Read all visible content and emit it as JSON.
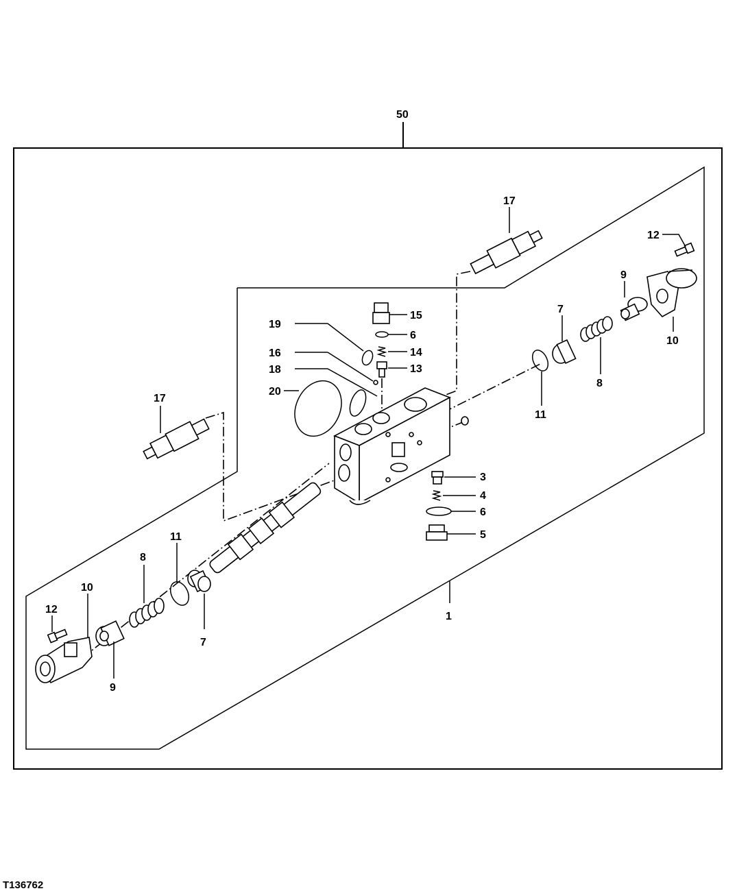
{
  "figure_id": "T136762",
  "callouts": {
    "c50": "50",
    "c1": "1",
    "c17a": "17",
    "c17b": "17",
    "c12a": "12",
    "c12b": "12",
    "c9a": "9",
    "c9b": "9",
    "c10a": "10",
    "c10b": "10",
    "c7a": "7",
    "c7b": "7",
    "c8a": "8",
    "c8b": "8",
    "c11a": "11",
    "c11b": "11",
    "c19": "19",
    "c15": "15",
    "c6a": "6",
    "c6b": "6",
    "c14": "14",
    "c16": "16",
    "c13": "13",
    "c18": "18",
    "c20": "20",
    "c3": "3",
    "c4": "4",
    "c5": "5"
  }
}
